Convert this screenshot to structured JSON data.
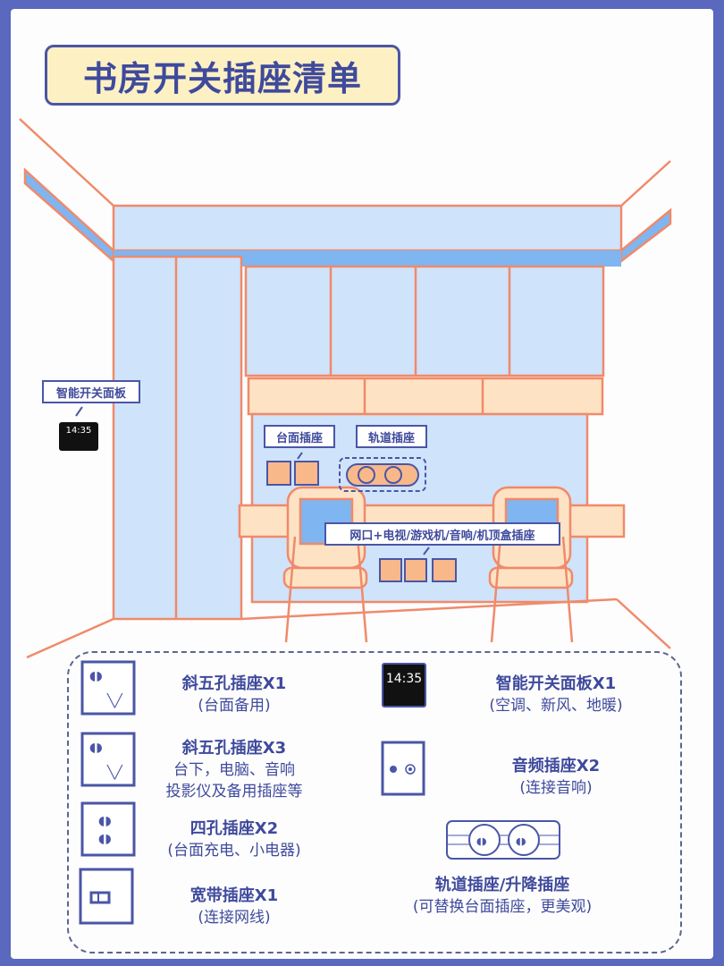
{
  "title": "书房开关插座清单",
  "labels": {
    "smart_panel": "智能开关面板",
    "desk_socket": "台面插座",
    "track_socket": "轨道插座",
    "media_socket": "网口+电视/游戏机/音响/机顶盒插座"
  },
  "panel_time": "14:35",
  "items": [
    {
      "title": "斜五孔插座X1",
      "desc": "(台面备用)",
      "icon": "five-hole-socket"
    },
    {
      "title": "斜五孔插座X3",
      "desc": "台下，电脑、音响",
      "desc2": "投影仪及备用插座等",
      "icon": "five-hole-socket"
    },
    {
      "title": "四孔插座X2",
      "desc": "(台面充电、小电器)",
      "icon": "four-hole-socket"
    },
    {
      "title": "宽带插座X1",
      "desc": "(连接网线)",
      "icon": "network-socket"
    },
    {
      "title": "智能开关面板X1",
      "desc": "(空调、新风、地暖)",
      "icon": "smart-panel"
    },
    {
      "title": "音频插座X2",
      "desc": "(连接音响)",
      "icon": "audio-socket"
    },
    {
      "title": "轨道插座/升降插座",
      "desc": "(可替换台面插座，更美观)",
      "icon": "track-socket"
    }
  ],
  "colors": {
    "frame": "#5a68bd",
    "navy": "#3f4a9c",
    "wall": "#cfe3fa",
    "line": "#f08a6a",
    "wood": "#fcd7ad"
  }
}
